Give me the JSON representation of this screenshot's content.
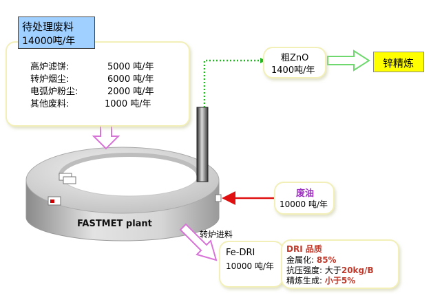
{
  "waste_box": {
    "title": "待处理废料",
    "amount": "14000吨/年",
    "items": [
      {
        "name": "高炉滤饼:",
        "value": "5000 吨/年"
      },
      {
        "name": "转炉烟尘:",
        "value": "6000 吨/年"
      },
      {
        "name": "电弧炉粉尘:",
        "value": "2000 吨/年"
      },
      {
        "name": "其他废料:",
        "value": "1000 吨/年"
      }
    ]
  },
  "crude_zno": {
    "title": "粗ZnO",
    "amount": "1400吨/年"
  },
  "zinc_refining": {
    "label": "锌精炼"
  },
  "waste_oil": {
    "title": "废油",
    "amount": "10000 吨/年"
  },
  "plant": {
    "label": "FASTMET plant"
  },
  "transfer": {
    "label": "转炉进料"
  },
  "fe_dri": {
    "title": "Fe-DRI",
    "amount": "10000 吨/年"
  },
  "dri_quality": {
    "title": "DRI 品质",
    "lines": [
      {
        "label": "金属化: ",
        "value": "85%"
      },
      {
        "label": "抗压强度: 大于",
        "value": "20kg/B"
      },
      {
        "label": "精炼生成: ",
        "value": "小于5%"
      }
    ]
  },
  "colors": {
    "accent_red": "#c0392b",
    "purple": "#9b2fbf",
    "green": "#2bb32b",
    "yellow": "#ffff00",
    "title_blue": "#9fd0ff"
  }
}
